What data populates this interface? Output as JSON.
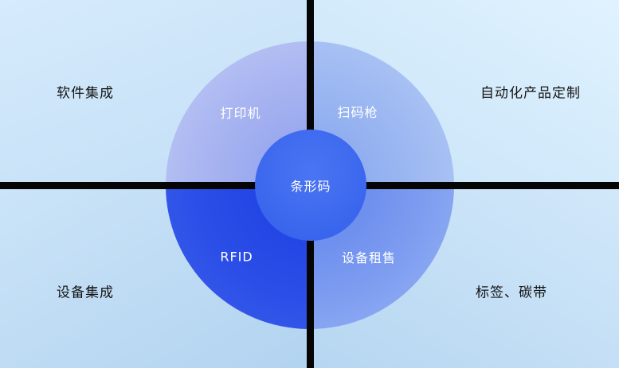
{
  "diagram": {
    "center": {
      "label": "条形码"
    },
    "quadrant_labels": [
      {
        "id": "printer",
        "label": "打印机"
      },
      {
        "id": "scanner",
        "label": "扫码枪"
      },
      {
        "id": "rfid",
        "label": "RFID"
      },
      {
        "id": "rental",
        "label": "设备租售"
      }
    ],
    "corner_labels": [
      {
        "id": "software-integration",
        "label": "软件集成"
      },
      {
        "id": "automation-customization",
        "label": "自动化产品定制"
      },
      {
        "id": "equipment-integration",
        "label": "设备集成"
      },
      {
        "id": "labels-ribbons",
        "label": "标签、碳带"
      }
    ],
    "colors": {
      "background_light": "#e0f2fe",
      "background_dark": "#b2d3f0",
      "circle_top_left": "#aab6f1",
      "circle_top_right": "#9fbaf2",
      "circle_bottom_left": "#2b4ee7",
      "circle_bottom_right": "#7d9cf0",
      "center_circle": "#3a66ee",
      "divider": "#050505",
      "circle_text": "#ffffff",
      "corner_text": "#141414"
    }
  }
}
